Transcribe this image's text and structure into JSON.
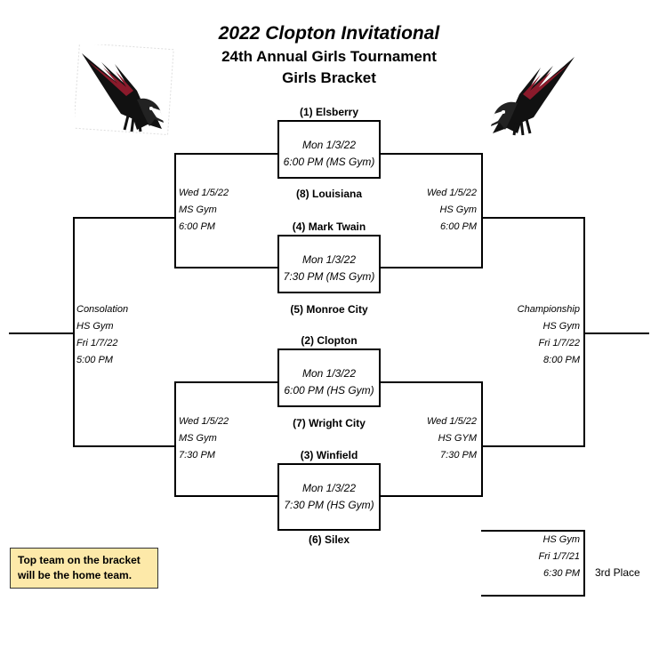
{
  "header": {
    "title": "2022 Clopton Invitational",
    "subtitle": "24th Annual Girls Tournament",
    "bracket_name": "Girls Bracket"
  },
  "games": {
    "g1": {
      "line1": "Mon 1/3/22",
      "line2": "6:00 PM (MS Gym)",
      "top_team": "(1) Elsberry",
      "bottom_team": "(8) Louisiana"
    },
    "g2": {
      "line1": "Mon 1/3/22",
      "line2": "7:30 PM (MS Gym)",
      "top_team": "(4) Mark Twain",
      "bottom_team": "(5) Monroe City"
    },
    "g3": {
      "line1": "Mon 1/3/22",
      "line2": "6:00 PM (HS Gym)",
      "top_team": "(2) Clopton",
      "bottom_team": "(7) Wright City"
    },
    "g4": {
      "line1": "Mon 1/3/22",
      "line2": "7:30 PM (HS Gym)",
      "top_team": "(3) Winfield",
      "bottom_team": "(6) Silex"
    }
  },
  "notes": {
    "left_semi_top": [
      "Wed 1/5/22",
      "MS Gym",
      "6:00 PM"
    ],
    "right_semi_top": [
      "Wed  1/5/22",
      "HS Gym",
      "6:00 PM"
    ],
    "left_semi_bottom": [
      "Wed 1/5/22",
      "MS Gym",
      "7:30 PM"
    ],
    "right_semi_bottom": [
      "Wed  1/5/22",
      "HS GYM",
      "7:30 PM"
    ],
    "consolation": [
      "Consolation",
      "HS Gym",
      "Fri 1/7/22",
      "5:00 PM"
    ],
    "championship": [
      "Championship",
      "HS Gym",
      "Fri  1/7/22",
      "8:00 PM"
    ],
    "third_place": [
      "HS Gym",
      "Fri  1/7/21",
      "6:30 PM"
    ]
  },
  "third_place_label": "3rd Place",
  "home_note": [
    "Top team on the bracket",
    "will be the home team."
  ],
  "colors": {
    "line": "#000000",
    "note_bg": "#fde9a9",
    "eagle_red": "#8b1a2b"
  },
  "icons": {
    "left_logo": "eagle-mascot-icon",
    "right_logo": "eagle-mascot-icon"
  }
}
